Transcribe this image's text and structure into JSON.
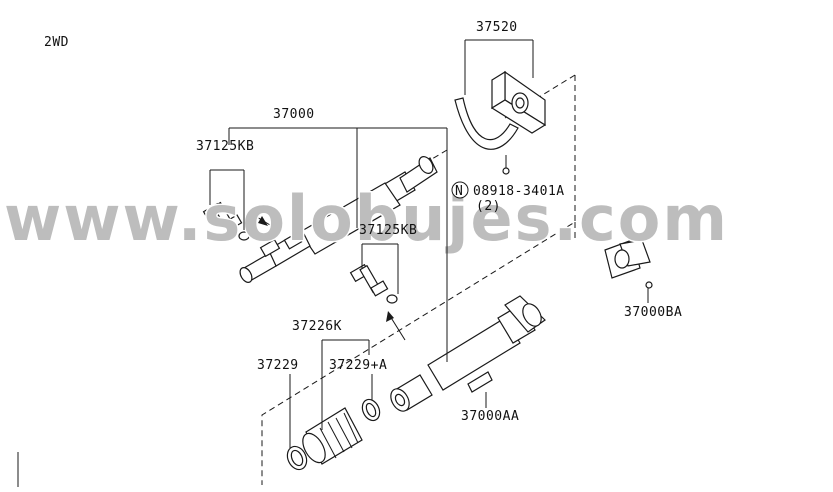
{
  "diagram": {
    "variant": "2WD",
    "watermark": "www.solobujes.com",
    "parts": {
      "bracket": "37520",
      "shaft_assembly": "37000",
      "joint_kit_left": "37125KB",
      "joint_kit_center": "37125KB",
      "nut_callout": "08918-3401A",
      "nut_qty": "(2)",
      "nut_symbol": "N",
      "boot_kit": "37226K",
      "snap_ring": "37229",
      "snap_ring_a": "37229+A",
      "companion_flange": "37000BA",
      "bolt": "37000AA"
    }
  }
}
